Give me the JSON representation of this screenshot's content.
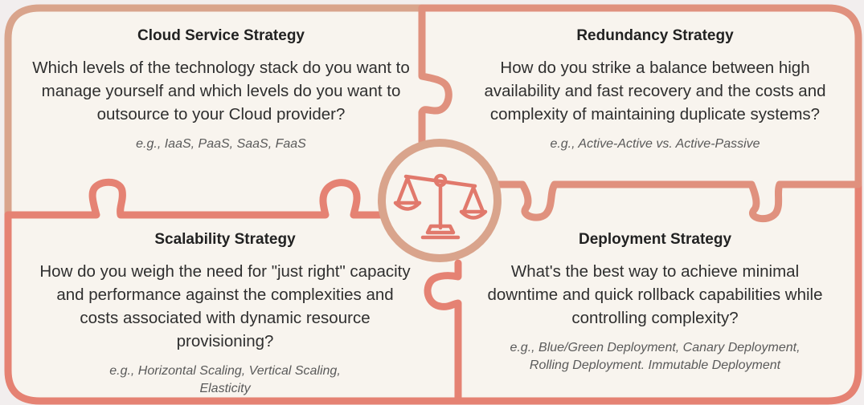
{
  "colors": {
    "background": "#f2eeee",
    "panel": "#f7f3ee",
    "border_tan": "#d9a48c",
    "border_coral": "#e58273",
    "icon": "#e1796c"
  },
  "icon": "scales-of-justice-icon",
  "cards": {
    "cloud": {
      "title": "Cloud Service Strategy",
      "question": "Which levels of the technology stack do you want to manage yourself and which levels do you want to outsource to your Cloud provider?",
      "example": "e.g., IaaS, PaaS, SaaS, FaaS"
    },
    "redundancy": {
      "title": "Redundancy Strategy",
      "question": "How do you strike a balance between high availability and fast recovery and the costs and complexity of maintaining duplicate systems?",
      "example": "e.g., Active-Active vs. Active-Passive"
    },
    "scalability": {
      "title": "Scalability Strategy",
      "question": "How do you weigh the need for \"just right\" capacity and performance against the complexities and costs associated with dynamic resource provisioning?",
      "example": "e.g., Horizontal Scaling, Vertical Scaling, Elasticity"
    },
    "deployment": {
      "title": "Deployment Strategy",
      "question": "What's the best way to achieve minimal downtime and quick rollback capabilities while controlling complexity?",
      "example": "e.g., Blue/Green Deployment, Canary Deployment, Rolling Deployment. Immutable Deployment"
    }
  }
}
